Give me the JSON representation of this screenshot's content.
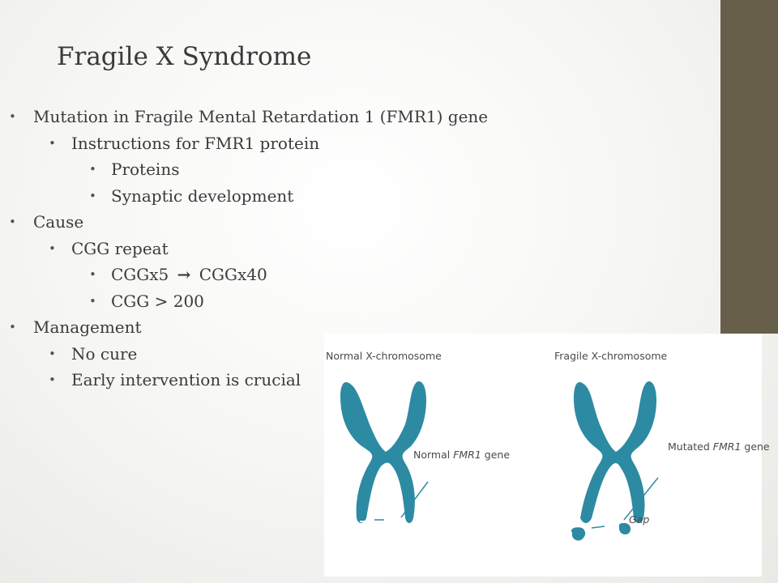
{
  "slide": {
    "title": "Fragile X Syndrome",
    "bullets": [
      {
        "level": 1,
        "text": "Mutation in Fragile Mental Retardation 1 (FMR1) gene"
      },
      {
        "level": 2,
        "text": "Instructions for FMR1 protein"
      },
      {
        "level": 3,
        "text": "Proteins"
      },
      {
        "level": 3,
        "text": "Synaptic development"
      },
      {
        "level": 1,
        "text": "Cause"
      },
      {
        "level": 2,
        "text": "CGG repeat"
      },
      {
        "level": 3,
        "text_before": "CGGx5",
        "arrow": "→",
        "text_after": "CGGx40"
      },
      {
        "level": 3,
        "text": "CGG > 200"
      },
      {
        "level": 1,
        "text": "Management"
      },
      {
        "level": 2,
        "text": "No cure"
      },
      {
        "level": 2,
        "text": "Early intervention is crucial"
      }
    ]
  },
  "figure": {
    "normal_title": "Normal X-chromosome",
    "fragile_title": "Fragile X-chromosome",
    "normal_gene_prefix": "Normal ",
    "normal_gene_name": "FMR1",
    "normal_gene_suffix": " gene",
    "mutated_gene_prefix": "Mutated ",
    "mutated_gene_name": "FMR1",
    "mutated_gene_suffix": " gene",
    "gap_label": "Gap"
  },
  "colors": {
    "accent_bar": "#675f4a",
    "chromosome": "#2d8aa3",
    "text": "#3a3a3a"
  }
}
